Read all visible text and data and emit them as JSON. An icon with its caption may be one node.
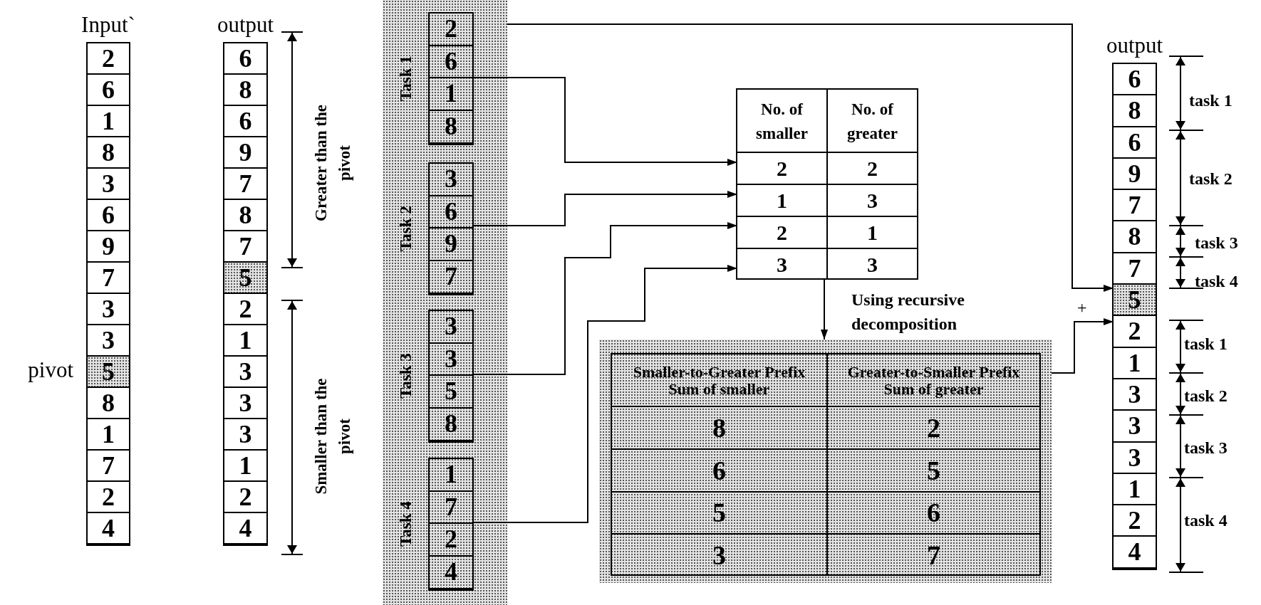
{
  "diagram": {
    "nodes": [
      {
        "text": [
          "Input`"
        ]
      },
      {
        "text": [
          "2"
        ],
        "in": 0
      },
      {
        "text": [
          "6"
        ],
        "in": 0
      },
      {
        "text": [
          "1"
        ],
        "in": 0
      },
      {
        "text": [
          "8"
        ],
        "in": 0
      },
      {
        "text": [
          "3"
        ],
        "in": 0
      },
      {
        "text": [
          "6"
        ],
        "in": 0
      },
      {
        "text": [
          "9"
        ],
        "in": 0
      },
      {
        "text": [
          "7"
        ],
        "in": 0
      },
      {
        "text": [
          "3"
        ],
        "in": 0
      },
      {
        "text": [
          "3"
        ],
        "in": 0
      },
      {
        "text": [
          "5"
        ],
        "in": 0,
        "beside": [
          "pivot"
        ]
      },
      {
        "text": [
          "8"
        ],
        "in": 0
      },
      {
        "text": [
          "1"
        ],
        "in": 0
      },
      {
        "text": [
          "7"
        ],
        "in": 0
      },
      {
        "text": [
          "2"
        ],
        "in": 0
      },
      {
        "text": [
          "4"
        ],
        "in": 0
      },
      {
        "text": [
          "output"
        ]
      },
      {
        "text": [
          "6"
        ],
        "in": 17
      },
      {
        "text": [
          "8"
        ],
        "in": 17
      },
      {
        "text": [
          "6"
        ],
        "in": 17
      },
      {
        "text": [
          "9"
        ],
        "in": 17
      },
      {
        "text": [
          "7"
        ],
        "in": 17
      },
      {
        "text": [
          "8"
        ],
        "in": 17
      },
      {
        "text": [
          "7"
        ],
        "in": 17
      },
      {
        "text": [
          "5"
        ],
        "in": 17
      },
      {
        "text": [
          "2"
        ],
        "in": 17
      },
      {
        "text": [
          "1"
        ],
        "in": 17
      },
      {
        "text": [
          "3"
        ],
        "in": 17
      },
      {
        "text": [
          "3"
        ],
        "in": 17
      },
      {
        "text": [
          "3"
        ],
        "in": 17
      },
      {
        "text": [
          "1"
        ],
        "in": 17
      },
      {
        "text": [
          "2"
        ],
        "in": 17
      },
      {
        "text": [
          "4"
        ],
        "in": 17
      },
      {
        "text": [],
        "shape": "box"
      },
      {
        "text": [
          "Task 1"
        ],
        "in": 34
      },
      {
        "text": [
          "2"
        ],
        "in": 35
      },
      {
        "text": [
          "6"
        ],
        "in": 35
      },
      {
        "text": [
          "1"
        ],
        "in": 35
      },
      {
        "text": [
          "8"
        ],
        "in": 35
      },
      {
        "text": [
          "Task 2"
        ],
        "in": 34
      },
      {
        "text": [
          "3"
        ],
        "in": 40
      },
      {
        "text": [
          "6"
        ],
        "in": 40
      },
      {
        "text": [
          "9"
        ],
        "in": 40
      },
      {
        "text": [
          "7"
        ],
        "in": 40
      },
      {
        "text": [
          "Task 3"
        ],
        "in": 34
      },
      {
        "text": [
          "3"
        ],
        "in": 45
      },
      {
        "text": [
          "3"
        ],
        "in": 45
      },
      {
        "text": [
          "5"
        ],
        "in": 45
      },
      {
        "text": [
          "8"
        ],
        "in": 45
      },
      {
        "text": [
          "Task 4"
        ],
        "in": 34
      },
      {
        "text": [
          "1"
        ],
        "in": 50
      },
      {
        "text": [
          "7"
        ],
        "in": 50
      },
      {
        "text": [
          "2"
        ],
        "in": 50
      },
      {
        "text": [
          "4"
        ],
        "in": 50
      },
      {
        "text": [
          "No. of smaller",
          "No. of greater"
        ]
      },
      {
        "text": [
          "2",
          "2"
        ],
        "in": 55
      },
      {
        "text": [
          "1",
          "3"
        ],
        "in": 55
      },
      {
        "text": [
          "2",
          "1"
        ],
        "in": 55
      },
      {
        "text": [
          "3",
          "3"
        ],
        "in": 55
      },
      {
        "text": [
          "Smaller-to-Greater Prefix Sum of smaller",
          "Greater-to-Smaller Prefix Sum of greater"
        ]
      },
      {
        "text": [
          "8",
          "2"
        ],
        "in": 60
      },
      {
        "text": [
          "6",
          "5"
        ],
        "in": 60
      },
      {
        "text": [
          "5",
          "6"
        ],
        "in": 60
      },
      {
        "text": [
          "3",
          "7"
        ],
        "in": 60
      },
      {
        "text": [
          "output"
        ]
      },
      {
        "text": [
          "6"
        ],
        "in": 65
      },
      {
        "text": [
          "8"
        ],
        "in": 65
      },
      {
        "text": [
          "6"
        ],
        "in": 65
      },
      {
        "text": [
          "9"
        ],
        "in": 65
      },
      {
        "text": [
          "7"
        ],
        "in": 65
      },
      {
        "text": [
          "8"
        ],
        "in": 65
      },
      {
        "text": [
          "7"
        ],
        "in": 65
      },
      {
        "text": [
          "5"
        ],
        "in": 65
      },
      {
        "text": [
          "2"
        ],
        "in": 65
      },
      {
        "text": [
          "1"
        ],
        "in": 65
      },
      {
        "text": [
          "3"
        ],
        "in": 65
      },
      {
        "text": [
          "3"
        ],
        "in": 65
      },
      {
        "text": [
          "3"
        ],
        "in": 65
      },
      {
        "text": [
          "1"
        ],
        "in": 65
      },
      {
        "text": [
          "2"
        ],
        "in": 65
      },
      {
        "text": [
          "4"
        ],
        "in": 65
      }
    ],
    "edges": [
      {
        "from": 34,
        "to": 73,
        "arrow": "to"
      },
      {
        "from": 35,
        "to": 56,
        "arrow": "to"
      },
      {
        "from": 40,
        "to": 57,
        "arrow": "to"
      },
      {
        "from": 45,
        "to": 58,
        "arrow": "to"
      },
      {
        "from": 50,
        "to": 59,
        "arrow": "to"
      },
      {
        "from": 55,
        "to": 60,
        "arrow": "to"
      },
      {
        "from": 60,
        "to": 74,
        "arrow": "to",
        "label": "+"
      }
    ],
    "labels": [
      "Greater than the pivot",
      "Smaller than the pivot",
      "Using recursive decomposition",
      "task 1",
      "task 2",
      "task 3",
      "task 4",
      "task 1",
      "task 2",
      "task 3",
      "task 4"
    ]
  }
}
